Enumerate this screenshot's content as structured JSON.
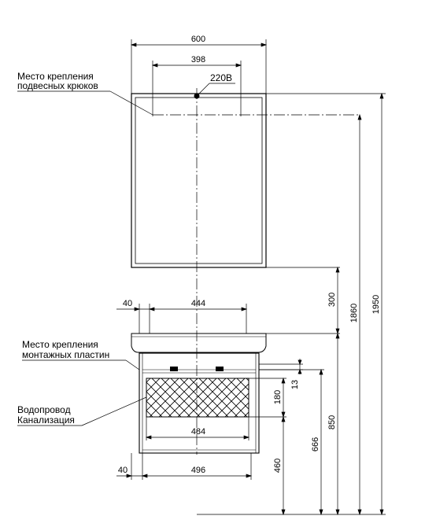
{
  "dimensions": {
    "mirror_width": "600",
    "hook_spacing": "398",
    "cabinet_offset_top": "40",
    "cabinet_inner_width": "444",
    "drawer_inner_width": "484",
    "cabinet_offset_bottom": "40",
    "cabinet_bottom_width": "496",
    "gap_mirror_to_basin": "300",
    "hook_height": "1860",
    "mirror_top_height": "1950",
    "basin_height": "850",
    "plate_height": "666",
    "pipe_zone_height": "180",
    "plate_size": "13",
    "cabinet_bottom_height": "460"
  },
  "labels": {
    "voltage": "220В",
    "hooks_line1": "Место крепления",
    "hooks_line2": "подвесных крюков",
    "plates_line1": "Место крепления",
    "plates_line2": "монтажных пластин",
    "utilities_line1": "Водопровод",
    "utilities_line2": "Канализация"
  }
}
